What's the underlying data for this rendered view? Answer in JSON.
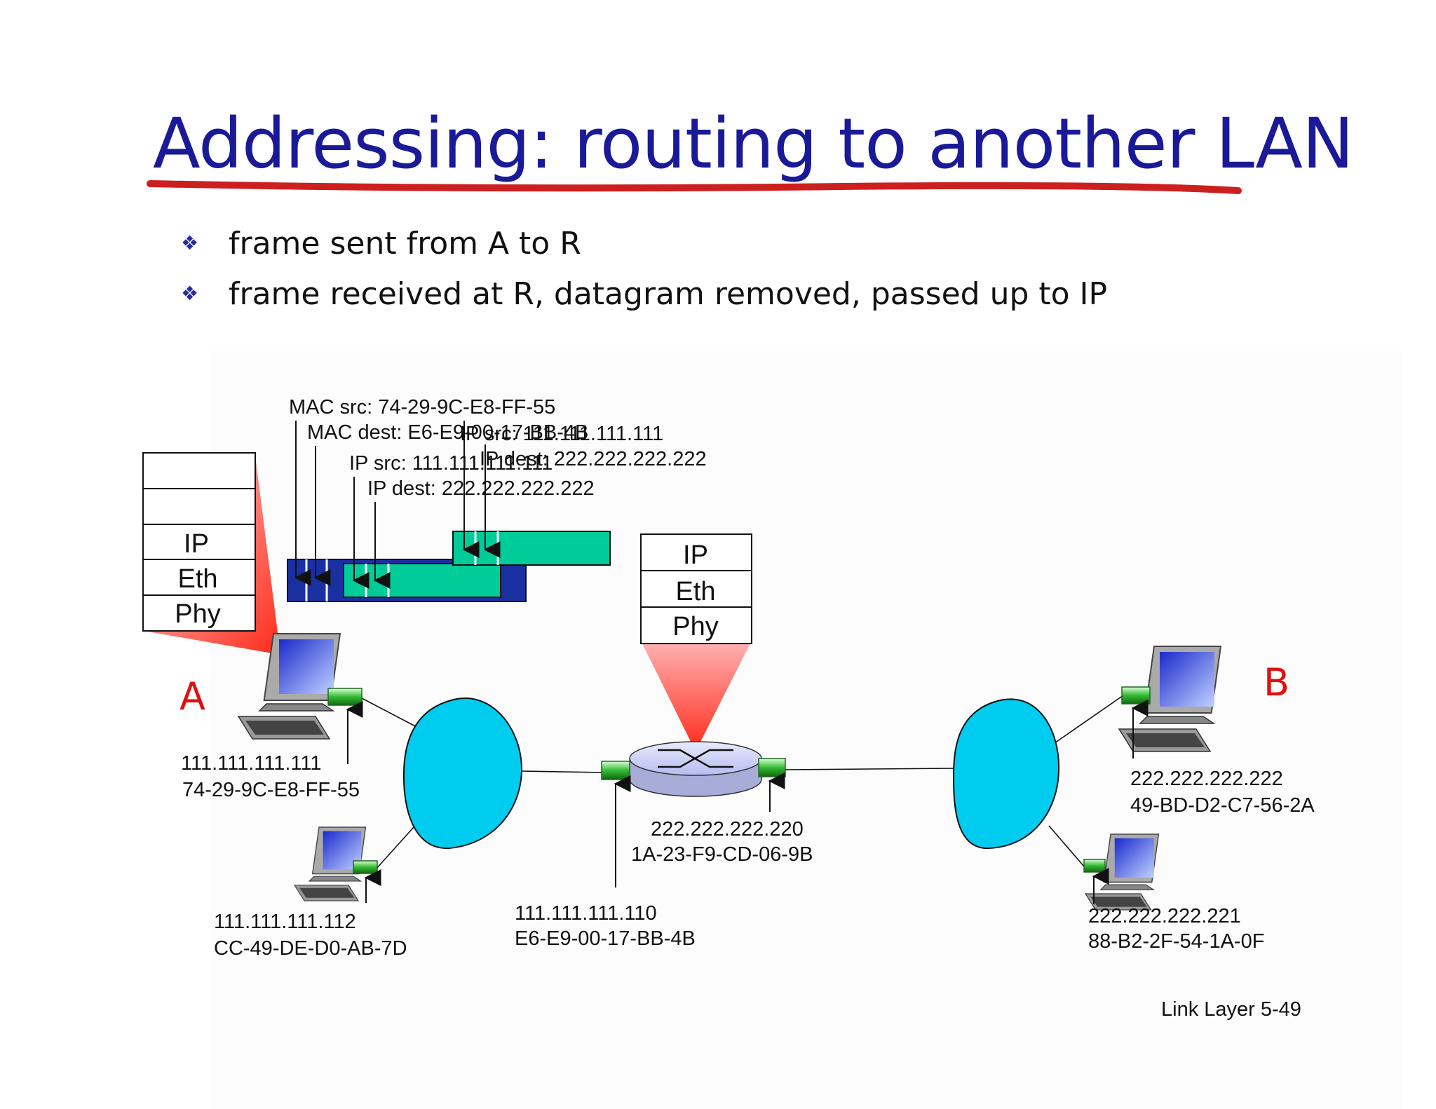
{
  "title": "Addressing: routing to another LAN",
  "bullets": [
    "frame sent from A to R",
    "frame received at R, datagram removed, passed up to IP"
  ],
  "frame_labels": {
    "mac_src": "MAC src: 74-29-9C-E8-FF-55",
    "mac_dest": "MAC dest: E6-E9-00-17-BB-4B",
    "ip_src": "IP src: 111.111.111.111",
    "ip_dest": "IP dest: 222.222.222.222",
    "dgram_ip_src": "IP src: 111.111.111.111",
    "dgram_ip_dest": "IP dest: 222.222.222.222"
  },
  "host_stack": [
    "IP",
    "Eth",
    "Phy"
  ],
  "router_stack": [
    "IP",
    "Eth",
    "Phy"
  ],
  "hosts": {
    "a_label": "A",
    "b_label": "B",
    "a_ip": "111.111.111.111",
    "a_mac": "74-29-9C-E8-FF-55",
    "host112_ip": "111.111.111.112",
    "host112_mac": "CC-49-DE-D0-AB-7D",
    "b_ip": "222.222.222.222",
    "b_mac": "49-BD-D2-C7-56-2A",
    "host221_ip": "222.222.222.221",
    "host221_mac": "88-B2-2F-54-1A-0F"
  },
  "router": {
    "left_ip": "111.111.111.110",
    "left_mac": "E6-E9-00-17-BB-4B",
    "right_ip": "222.222.222.220",
    "right_mac": "1A-23-F9-CD-06-9B"
  },
  "footer": "Link Layer  5-49",
  "colors": {
    "title": "#1a1a99",
    "underline": "#cc2020",
    "frame_header": "#1a2fa0",
    "datagram": "#00cc99",
    "lan_cloud": "#00ccf0",
    "host_letters": "#e01010",
    "interface": "#33aa33"
  }
}
